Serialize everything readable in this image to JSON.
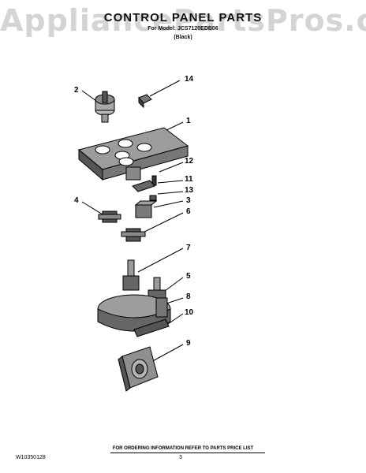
{
  "watermark": "AppliancePartsPros.com",
  "header": {
    "title": "CONTROL PANEL PARTS",
    "model_line": "For Model: JCS7120EDB06",
    "color_line": "(Black)"
  },
  "callouts": [
    "1",
    "2",
    "3",
    "4",
    "5",
    "6",
    "7",
    "8",
    "9",
    "10",
    "11",
    "12",
    "13",
    "14"
  ],
  "footer": {
    "ordering_note": "FOR ORDERING INFORMATION REFER TO PARTS PRICE LIST",
    "doc_number": "W10350128",
    "page_number": "3"
  }
}
